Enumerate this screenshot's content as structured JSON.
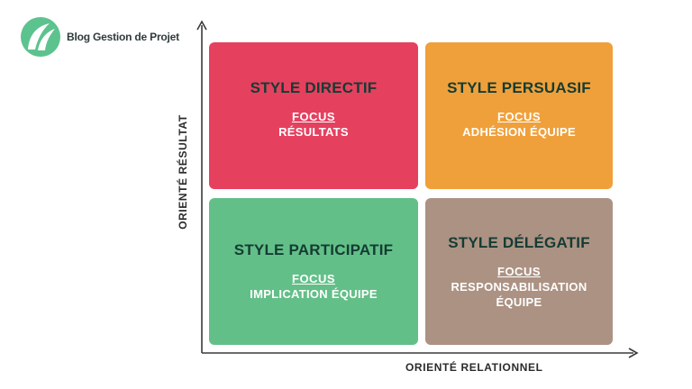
{
  "logo": {
    "text": "Blog Gestion de Projet",
    "icon": "leaf-icon",
    "color": "#5cc38f"
  },
  "axes": {
    "x_label": "ORIENTÉ RELATIONNEL",
    "y_label": "ORIENTÉ RÉSULTAT"
  },
  "quadrants": [
    {
      "title": "STYLE DIRECTIF",
      "focus": "FOCUS",
      "description": "RÉSULTATS",
      "color": "#e6405f"
    },
    {
      "title": "STYLE PERSUASIF",
      "focus": "FOCUS",
      "description": "ADHÉSION ÉQUIPE",
      "color": "#f0a03a"
    },
    {
      "title": "STYLE PARTICIPATIF",
      "focus": "FOCUS",
      "description": "IMPLICATION ÉQUIPE",
      "color": "#63bf88"
    },
    {
      "title": "STYLE DÉLÉGATIF",
      "focus": "FOCUS",
      "description_lines": [
        "RESPONSABILISATION",
        "ÉQUIPE"
      ],
      "color": "#ac9283"
    }
  ]
}
